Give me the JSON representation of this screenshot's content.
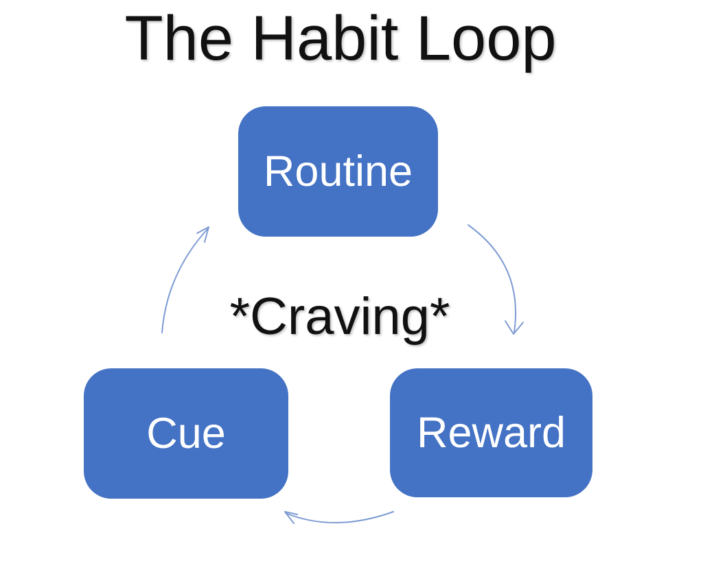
{
  "title": "The Habit Loop",
  "center_label": "*Craving*",
  "nodes": [
    {
      "id": "routine",
      "label": "Routine"
    },
    {
      "id": "cue",
      "label": "Cue"
    },
    {
      "id": "reward",
      "label": "Reward"
    }
  ],
  "arrows": [
    {
      "name": "routine-to-reward",
      "from": "Routine",
      "to": "Reward"
    },
    {
      "name": "reward-to-cue",
      "from": "Reward",
      "to": "Cue"
    },
    {
      "name": "cue-to-routine",
      "from": "Cue",
      "to": "Routine"
    }
  ],
  "colors": {
    "page_bg": "#ffffff",
    "node_fill": "#4472c4",
    "node_text": "#ffffff",
    "title_text": "#111111",
    "arrow": "#7d9bd2"
  }
}
